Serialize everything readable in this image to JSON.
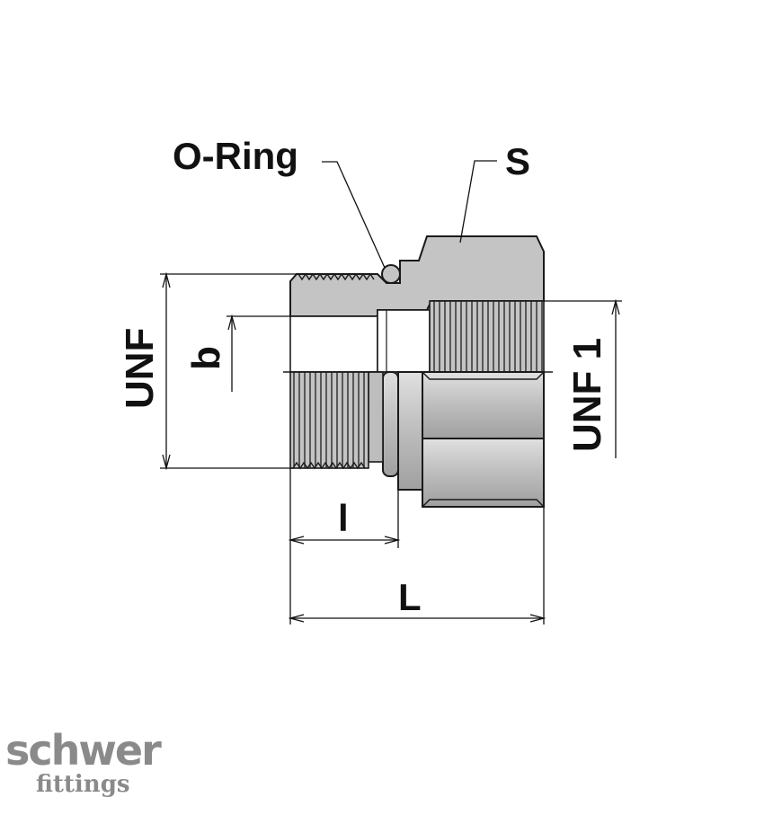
{
  "labels": {
    "o_ring": "O-Ring",
    "s": "S",
    "unf": "UNF",
    "b": "b",
    "unf1": "UNF 1",
    "l_small": "l",
    "l_large": "L"
  },
  "logo": {
    "line1": "schwer",
    "line2": "fittings"
  },
  "colors": {
    "body_fill": "#c4c4c4",
    "body_dark": "#a9a9a9",
    "outline": "#1a1a1a",
    "logo": "#8a8a8a"
  }
}
